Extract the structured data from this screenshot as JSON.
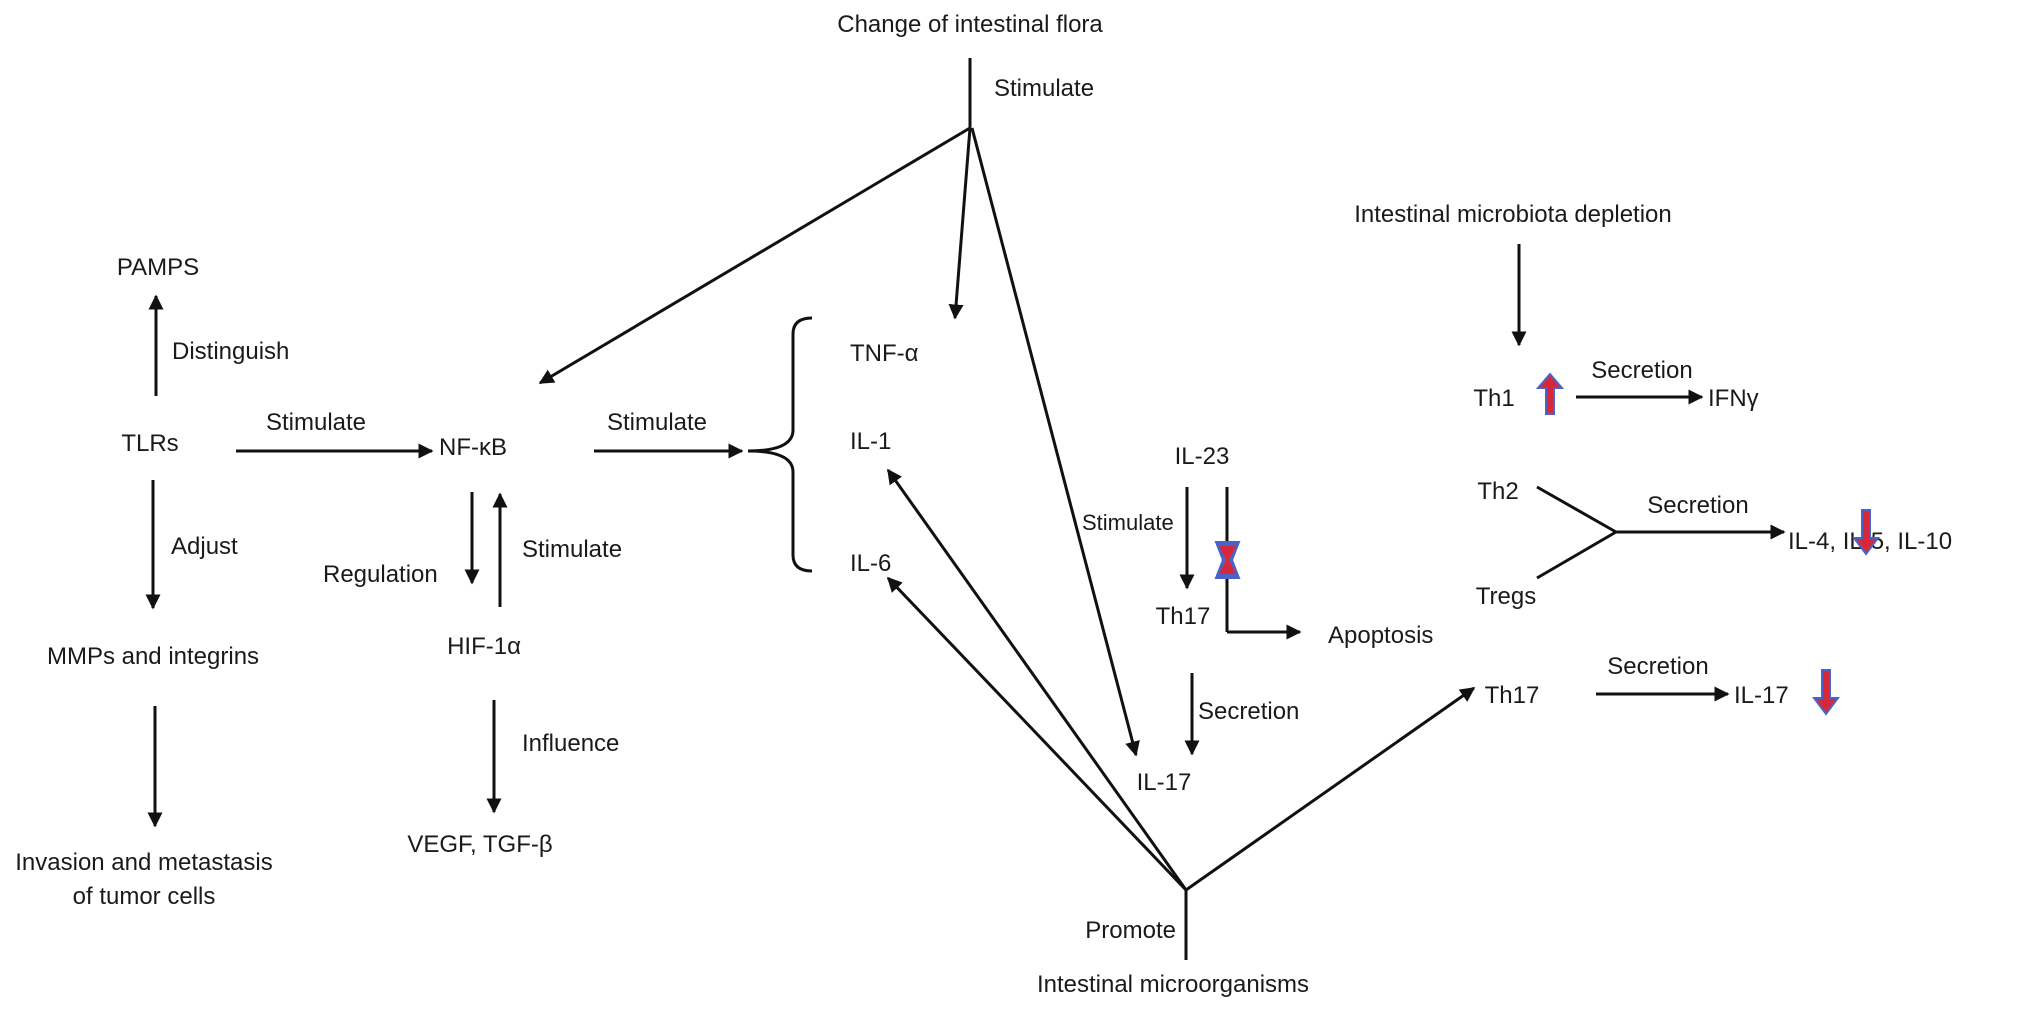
{
  "nodes": {
    "change_flora": "Change of intestinal flora",
    "pamps": "PAMPS",
    "tlrs": "TLRs",
    "nfkb": "NF-κB",
    "hif": "HIF-1α",
    "mmps": "MMPs and integrins",
    "invasion_1": "Invasion and metastasis",
    "invasion_2": "of tumor cells",
    "vegf": "VEGF, TGF-β",
    "tnf": "TNF-α",
    "il1": "IL-1",
    "il6": "IL-6",
    "il23": "IL-23",
    "th17_mid": "Th17",
    "apoptosis": "Apoptosis",
    "il17_mid": "IL-17",
    "microorganisms": "Intestinal microorganisms",
    "depletion": "Intestinal microbiota depletion",
    "th1": "Th1",
    "ifng": "IFNγ",
    "th2": "Th2",
    "tregs": "Tregs",
    "il4": "IL-4, IL-5, IL-10",
    "th17_right": "Th17",
    "il17_right": "IL-17"
  },
  "edge_labels": {
    "stimulate_top": "Stimulate",
    "distinguish": "Distinguish",
    "stimulate_tlr": "Stimulate",
    "stimulate_nfkb": "Stimulate",
    "adjust": "Adjust",
    "regulation": "Regulation",
    "stimulate_hif": "Stimulate",
    "influence": "Influence",
    "stimulate_il23": "Stimulate",
    "secretion_th17": "Secretion",
    "promote": "Promote",
    "secretion_th1": "Secretion",
    "secretion_th2": "Secretion",
    "secretion_th17r": "Secretion"
  },
  "indicators": {
    "up_color": "#d62839",
    "down_color": "#d62839",
    "outline_color": "#4a63c8",
    "th1": "up-arrow-icon",
    "il4": "down-arrow-icon",
    "il17_right": "down-arrow-icon",
    "block": "block-icon"
  }
}
